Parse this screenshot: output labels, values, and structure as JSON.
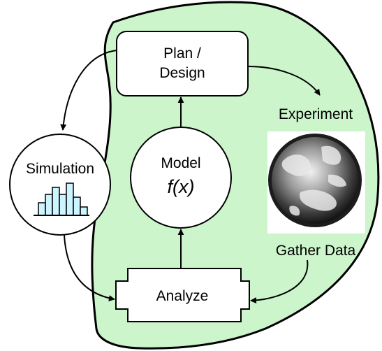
{
  "diagram": {
    "nodes": {
      "plan": {
        "line1": "Plan /",
        "line2": "Design"
      },
      "experiment": {
        "label": "Experiment",
        "image": "earth-globe-photo"
      },
      "gather": {
        "label": "Gather Data"
      },
      "model": {
        "label": "Model",
        "formula": "f(x)"
      },
      "simulation": {
        "label": "Simulation",
        "icon": "histogram-icon"
      },
      "analyze": {
        "label": "Analyze"
      }
    },
    "colors": {
      "region_fill": "#ccf5cc",
      "histogram_fill": "#ccf5ff",
      "stroke": "#000000",
      "node_fill": "#ffffff"
    }
  }
}
